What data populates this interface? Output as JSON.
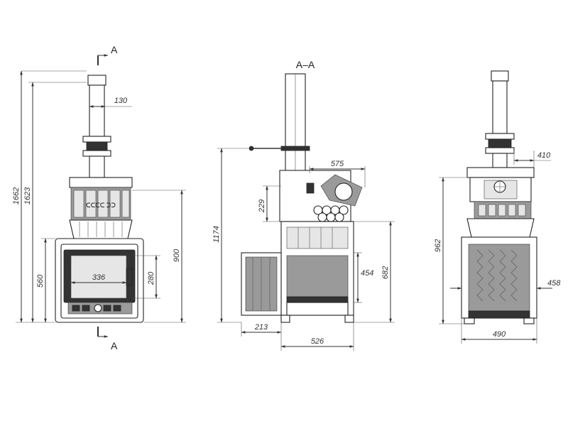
{
  "front_view": {
    "section_mark_top": "A",
    "section_mark_bottom": "A",
    "dims": {
      "total_height": "1662",
      "height_to_ring": "1623",
      "chimney_dia": "130",
      "stove_height": "900",
      "door_height": "560",
      "glass_width": "336",
      "glass_height": "280"
    }
  },
  "section_view": {
    "title": "A–A",
    "dims": {
      "total_height": "1174",
      "kettle_width": "575",
      "stone_box_height": "229",
      "firebox_height": "454",
      "body_height": "682",
      "tunnel_length": "213",
      "base_depth": "526"
    }
  },
  "side_view": {
    "dims": {
      "flue_offset": "410",
      "height": "962",
      "side_offset": "458",
      "width": "490"
    }
  }
}
